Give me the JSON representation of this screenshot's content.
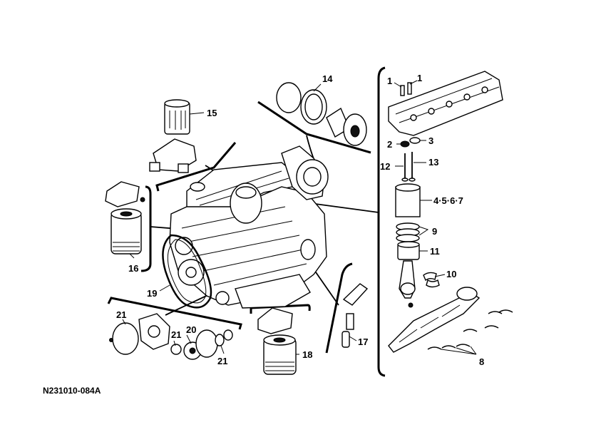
{
  "figure_reference": "N231010-084A",
  "callouts": {
    "c1a": "1",
    "c1b": "1",
    "c2": "2",
    "c3": "3",
    "c4567": "4·5·6·7",
    "c8": "8",
    "c9": "9",
    "c10": "10",
    "c11": "11",
    "c12": "12",
    "c13": "13",
    "c14": "14",
    "c15": "15",
    "c16": "16",
    "c17": "17",
    "c18": "18",
    "c19": "19",
    "c20": "20",
    "c21a": "21",
    "c21b": "21",
    "c21c": "21"
  }
}
